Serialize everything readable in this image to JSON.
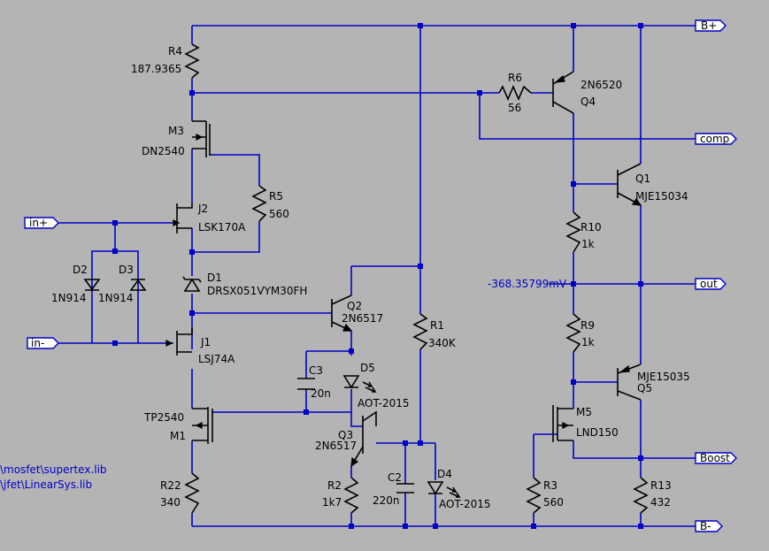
{
  "components": {
    "R4": {
      "ref": "R4",
      "value": "187.9365"
    },
    "R6": {
      "ref": "R6",
      "value": "56"
    },
    "Q4": {
      "ref": "Q4",
      "value": "2N6520"
    },
    "M3": {
      "ref": "M3",
      "value": "DN2540"
    },
    "R5": {
      "ref": "R5",
      "value": "560"
    },
    "J2": {
      "ref": "J2",
      "value": "LSK170A"
    },
    "Q1": {
      "ref": "Q1",
      "value": "MJE15034"
    },
    "R10": {
      "ref": "R10",
      "value": "1k"
    },
    "D2": {
      "ref": "D2",
      "value": "1N914"
    },
    "D3": {
      "ref": "D3",
      "value": "1N914"
    },
    "D1": {
      "ref": "D1",
      "value": "DRSX051VYM30FH"
    },
    "Q2": {
      "ref": "Q2",
      "value": "2N6517"
    },
    "R1": {
      "ref": "R1",
      "value": "340K"
    },
    "R9": {
      "ref": "R9",
      "value": "1k"
    },
    "J1": {
      "ref": "J1",
      "value": "LSJ74A"
    },
    "C3": {
      "ref": "C3",
      "value": "20n"
    },
    "D5": {
      "ref": "D5",
      "value": "AOT-2015"
    },
    "Q5": {
      "ref": "Q5",
      "value": "MJE15035"
    },
    "M5": {
      "ref": "M5",
      "value": "LND150"
    },
    "M1": {
      "ref": "M1",
      "value": "TP2540"
    },
    "Q3": {
      "ref": "Q3",
      "value": "2N6517"
    },
    "C2": {
      "ref": "C2",
      "value": "220n"
    },
    "D4": {
      "ref": "D4",
      "value": "AOT-2015"
    },
    "R2": {
      "ref": "R2",
      "value": "1k7"
    },
    "R3": {
      "ref": "R3",
      "value": "560"
    },
    "R13": {
      "ref": "R13",
      "value": "432"
    },
    "R22": {
      "ref": "R22",
      "value": "340"
    }
  },
  "ports": {
    "bplus": "B+",
    "comp": "comp",
    "inplus": "in+",
    "out": "out",
    "inminus": "in-",
    "boost": "Boost",
    "bminus": "B-"
  },
  "probe_voltage": "-368.35799mV",
  "libraries": [
    "\\mosfet\\supertex.lib",
    "\\jfet\\LinearSys.lib"
  ],
  "colors": {
    "background": "#b4b4b4",
    "wire": "#0000c8",
    "symbol": "#000000"
  }
}
